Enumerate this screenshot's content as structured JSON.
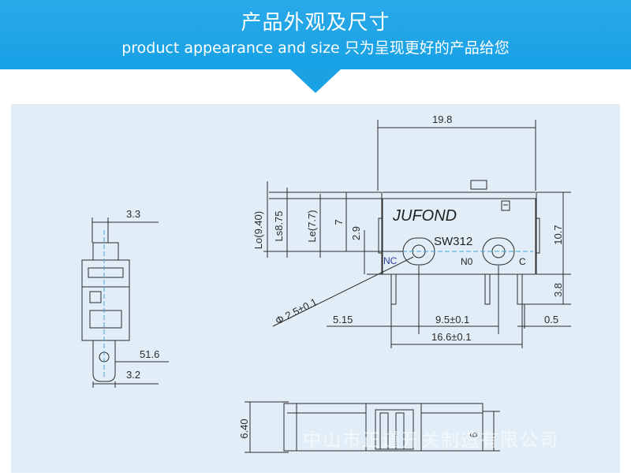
{
  "header": {
    "title_zh": "产品外观及尺寸",
    "title_en": "product appearance and size 只为呈现更好的产品给您"
  },
  "drawing": {
    "brand": "JUFOND",
    "model": "SW312",
    "pins": {
      "nc": "NC",
      "no": "N0",
      "c": "C"
    },
    "dims": {
      "overall_length": "19.8",
      "lo": "Lo(9.40)",
      "ls": "Ls8.75",
      "le": "Le(7.7)",
      "seven": "7",
      "two_nine": "2.9",
      "height": "10.7",
      "pin_len": "3.8",
      "hole_dia": "Φ 2.5±0.1",
      "offset": "5.15",
      "pin_pitch": "9.5±0.1",
      "pin_span": "16.6±0.1",
      "pin_thk": "0.5",
      "side_top": "3.3",
      "side_tab": "51.6",
      "side_bottom": "3.2",
      "bottom_h": "6.40",
      "bottom_six": "6"
    }
  },
  "watermark": "中山市正道开关制造有限公司",
  "colors": {
    "banner": "#1fa4e6",
    "panel": "#e1eef7",
    "line": "#2b2b2b",
    "centerline": "#4aa3d6",
    "nc_label": "#2b3a9c"
  }
}
